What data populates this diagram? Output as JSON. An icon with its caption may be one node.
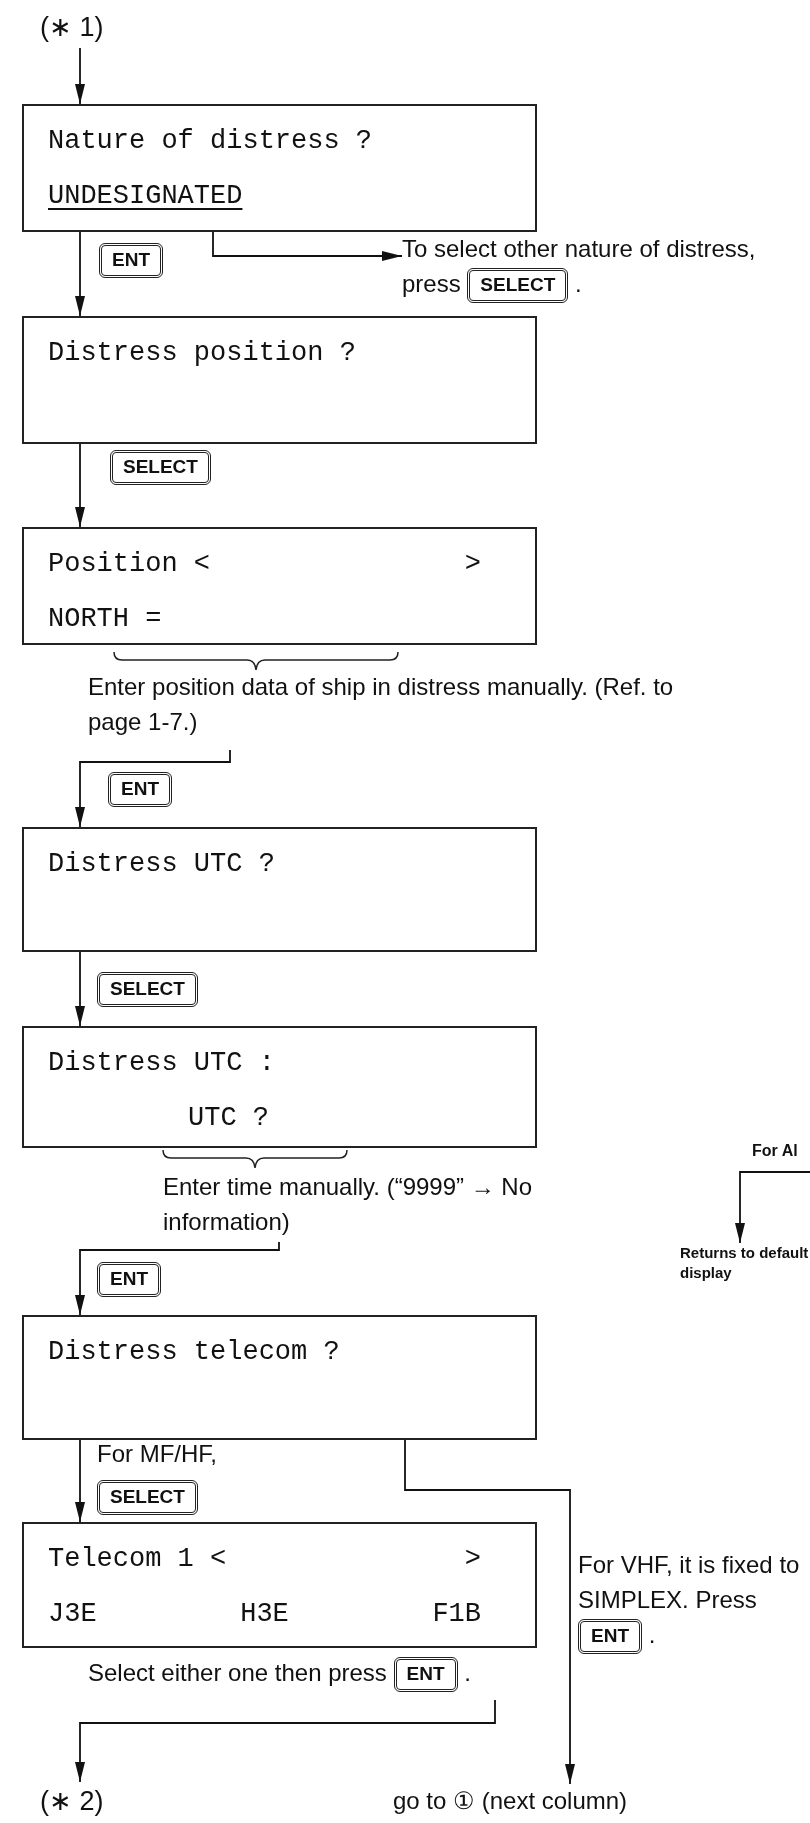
{
  "diagram": {
    "nodes": [
      {
        "text": [
          "(∗ 1)"
        ]
      },
      {
        "text": [
          "Nature of distress ?",
          "UNDESIGNATED"
        ]
      },
      {
        "text": [
          "To select other nature of distress, press",
          "SELECT",
          "."
        ]
      },
      {
        "text": [
          "Distress position ?"
        ]
      },
      {
        "text": [
          "Position <",
          ">",
          "NORTH ="
        ]
      },
      {
        "text": [
          "Enter position data of ship in distress manually. (Ref. to page 1-7.)"
        ]
      },
      {
        "text": [
          "Distress UTC ?"
        ]
      },
      {
        "text": [
          "Distress UTC :",
          "UTC ?"
        ]
      },
      {
        "text": [
          "Enter time manually. (“9999” → No information)"
        ]
      },
      {
        "text": [
          "Distress telecom ?"
        ]
      },
      {
        "text": [
          "Telecom 1 <",
          ">",
          "J3E",
          "H3E",
          "F1B"
        ]
      },
      {
        "text": [
          "Select either one then press",
          "ENT",
          "."
        ]
      },
      {
        "text": [
          "(∗ 2)"
        ]
      },
      {
        "text": [
          "go to ① (next column)"
        ]
      },
      {
        "text": [
          "For VHF, it is fixed to SIMPLEX. Press",
          "ENT",
          "."
        ]
      },
      {
        "text": [
          "Returns to default display"
        ]
      }
    ],
    "edges": [
      {
        "from": 0,
        "to": 1,
        "arrow": "to"
      },
      {
        "from": 1,
        "to": 3,
        "arrow": "to",
        "label": "ENT"
      },
      {
        "from": 1,
        "to": 2,
        "arrow": "to"
      },
      {
        "from": 3,
        "to": 4,
        "arrow": "to",
        "label": "SELECT"
      },
      {
        "from": 5,
        "to": 6,
        "arrow": "to",
        "label": "ENT"
      },
      {
        "from": 6,
        "to": 7,
        "arrow": "to",
        "label": "SELECT"
      },
      {
        "from": 8,
        "to": 9,
        "arrow": "to",
        "label": "ENT"
      },
      {
        "from": 9,
        "to": 10,
        "arrow": "to",
        "label": "SELECT"
      },
      {
        "from": 11,
        "to": 12,
        "arrow": "to"
      },
      {
        "from": 9,
        "to": 13,
        "arrow": "to"
      },
      {
        "from": null,
        "to": 15,
        "arrow": "to"
      }
    ],
    "labels": [
      "For MF/HF,",
      "For Al"
    ]
  }
}
